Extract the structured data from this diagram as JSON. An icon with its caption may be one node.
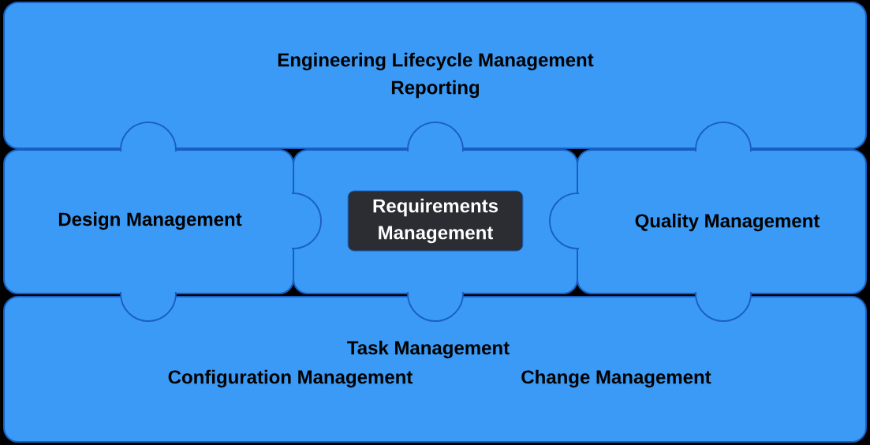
{
  "diagram": {
    "nodes": [
      {
        "text": [
          "Engineering Lifecycle Management",
          "Reporting"
        ]
      },
      {
        "text": [
          "Design Management"
        ]
      },
      {
        "text": [
          "Requirements Management"
        ]
      },
      {
        "text": [
          "Quality Management"
        ]
      },
      {
        "text": [
          "Task Management",
          "Configuration Management",
          "Change Management"
        ]
      }
    ]
  }
}
